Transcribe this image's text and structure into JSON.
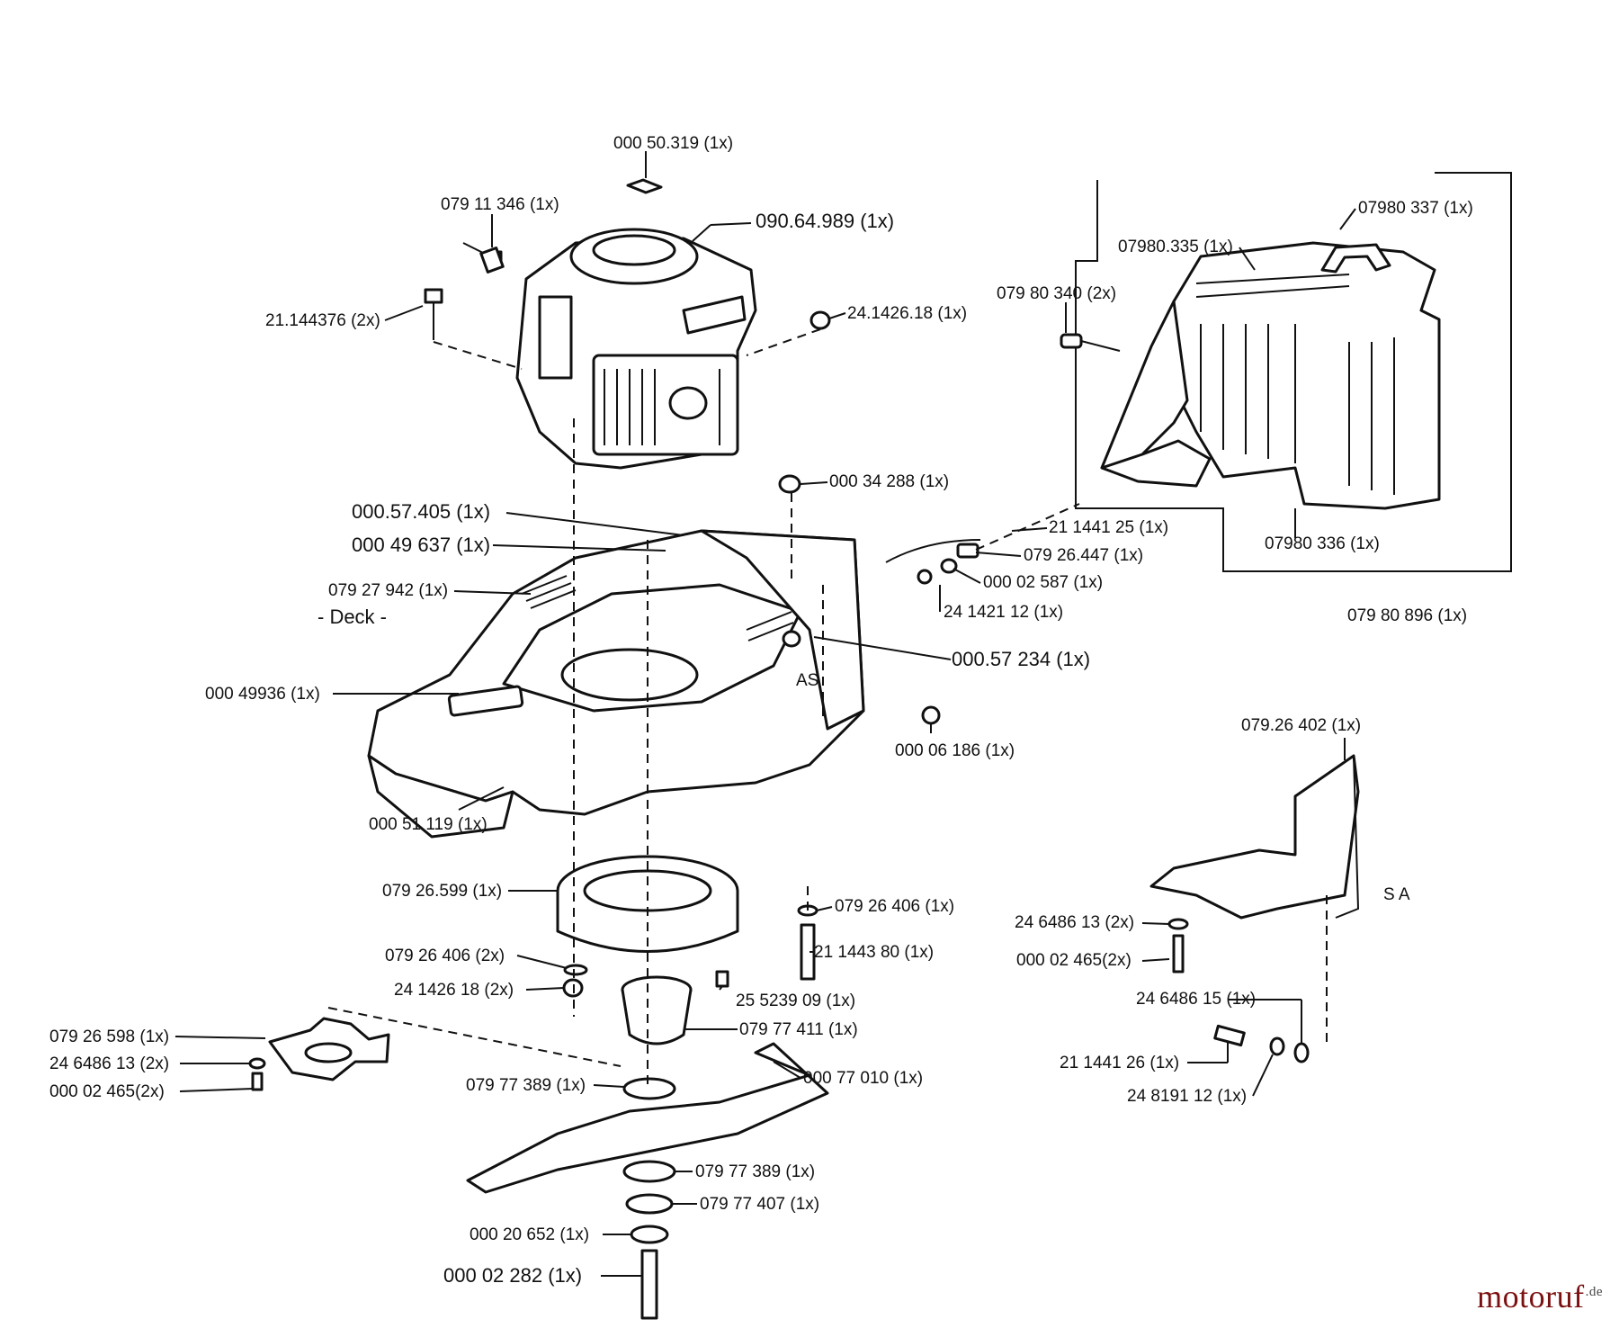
{
  "brand": {
    "name": "motoruf",
    "tld": ".de"
  },
  "captions": {
    "deck": "- Deck -",
    "as": "AS",
    "sa": "S A"
  },
  "labels": {
    "p_00050319": "000 50.319  (1x)",
    "p_09064989": "090.64.989 (1x)",
    "p_07911346": "079 11 346  (1x)",
    "p_21144376": "21.144376 (2x)",
    "p_24142618": "24.1426.18 (1x)",
    "p_07980337": "07980 337 (1x)",
    "p_07980335": "07980.335 (1x)",
    "p_07980340": "079 80 340 (2x)",
    "p_00034288": "000 34 288 (1x)",
    "p_00057405": "000.57.405 (1x)",
    "p_00049637": "000  49 637 (1x)",
    "p_21144125": "21 1441 25 (1x)",
    "p_07926447": "079 26.447  (1x)",
    "p_00002587": "000 02 587 (1x)",
    "p_24142112": "24 1421 12 (1x)",
    "p_07927942": "079 27 942 (1x)",
    "p_07980336": "07980 336 (1x)",
    "p_07980896": "079 80 896 (1x)",
    "p_00057234": "000.57 234 (1x)",
    "p_00049936": "000 49936 (1x)",
    "p_00006186": "000 06 186  (1x)",
    "p_07926402a": "079.26 402 (1x)",
    "p_00051119": "000 51 119 (1x)",
    "p_07926599": "079 26.599 (1x)",
    "p_07926406a": "079 26 406 (1x)",
    "p_24648613a": "24 6486 13 (2x)",
    "p_00002465a": "000 02 465(2x)",
    "p_07926406b": "079 26 406 (2x)",
    "p_21144380": "21 1443 80 (1x)",
    "p_24142618b": "24 1426 18 (2x)",
    "p_25523909": "25 5239 09 (1x)",
    "p_24648615": "24 6486 15 (1x)",
    "p_07926598": "079 26 598 (1x)",
    "p_07977411": "079  77 411 (1x)",
    "p_24648613b": "24 6486 13 (2x)",
    "p_00002465b": "000 02 465(2x)",
    "p_21144126": "21 1441 26 (1x)",
    "p_07977389a": "079 77 389 (1x)",
    "p_00077010": "000 77 010 (1x)",
    "p_24819112": "24 8191 12 (1x)",
    "p_07977389b": "079 77 389 (1x)",
    "p_07977407": "079 77 407 (1x)",
    "p_00020652": "000 20 652 (1x)",
    "p_00002282": "000 02 282 (1x)"
  }
}
